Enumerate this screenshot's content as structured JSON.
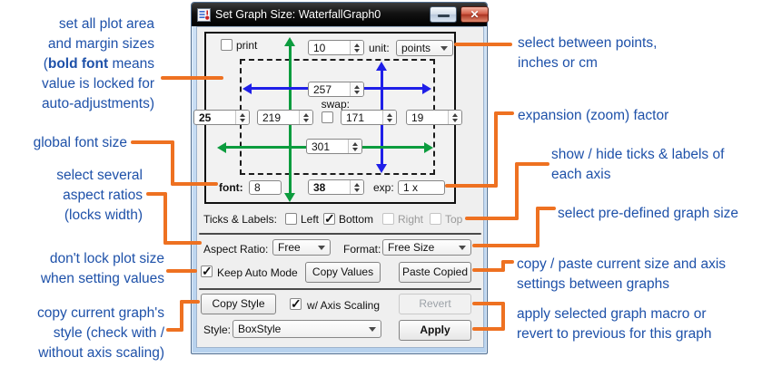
{
  "colors": {
    "annotation_blue": "#1e51a9",
    "connector_orange": "#ee7121",
    "arrow_green": "#0c9c3e",
    "arrow_blue": "#1f1fe8",
    "titlebar_black": "#0a0a0a",
    "frame_blue": "#bdd7f1",
    "client_gray": "#efefef"
  },
  "icons": {
    "check": "✓",
    "dropdown_arrow": "▾",
    "spinner_up": "▲",
    "spinner_down": "▼",
    "minimize": "—",
    "close": "✕"
  },
  "window": {
    "title": "Set Graph Size: WaterfallGraph0",
    "close_glyph": "✕"
  },
  "panel": {
    "print_label": "print",
    "top_margin": "10",
    "unit_label": "unit:",
    "unit_value": "points",
    "plot_width": "257",
    "swap_label": "swap:",
    "left_margin": "25",
    "left_offset": "219",
    "right_offset": "171",
    "right_margin": "19",
    "total_width": "301",
    "font_label": "font:",
    "font_size": "8",
    "bottom_margin": "38",
    "exp_label": "exp:",
    "exp_value": "1 x"
  },
  "ticks": {
    "label": "Ticks & Labels:",
    "items": [
      {
        "label": "Left",
        "checked": false,
        "disabled": false
      },
      {
        "label": "Bottom",
        "checked": true,
        "disabled": false
      },
      {
        "label": "Right",
        "checked": false,
        "disabled": true
      },
      {
        "label": "Top",
        "checked": false,
        "disabled": true
      }
    ]
  },
  "aspect": {
    "label": "Aspect Ratio:",
    "value": "Free",
    "format_label": "Format:",
    "format_value": "Free Size"
  },
  "actions": {
    "keep_auto_label": "Keep Auto Mode",
    "keep_auto_checked": true,
    "copy_values": "Copy Values",
    "paste_copied": "Paste Copied",
    "copy_style": "Copy Style",
    "axis_scaling_label": "w/ Axis Scaling",
    "axis_scaling_checked": true,
    "revert": "Revert",
    "revert_disabled": true,
    "style_label": "Style:",
    "style_value": "BoxStyle",
    "apply": "Apply"
  },
  "annotations": {
    "left1": {
      "l1": "set all plot area",
      "l2": "and margin sizes",
      "l3": [
        "(",
        "bold font",
        " means"
      ],
      "l4": "value is locked for",
      "l5": "auto-adjustments)"
    },
    "left2": {
      "l1": "global font size"
    },
    "left3": {
      "l1": "select several",
      "l2": "aspect ratios",
      "l3": "(locks width)"
    },
    "left4": {
      "l1": "don't lock plot size",
      "l2": "when setting values"
    },
    "left5": {
      "l1": "copy current graph's",
      "l2": "style (check with /",
      "l3": "without axis scaling)"
    },
    "right1": {
      "l1": "select between points,",
      "l2": "inches or cm"
    },
    "right2": {
      "l1": "expansion (zoom) factor"
    },
    "right3": {
      "l1": "show / hide ticks & labels of",
      "l2": "each axis"
    },
    "right4": {
      "l1": "select pre-defined graph size"
    },
    "right5": {
      "l1": "copy / paste current size and axis",
      "l2": "settings between graphs"
    },
    "right6": {
      "l1": "apply selected graph macro or",
      "l2": "revert to previous for this graph"
    }
  }
}
